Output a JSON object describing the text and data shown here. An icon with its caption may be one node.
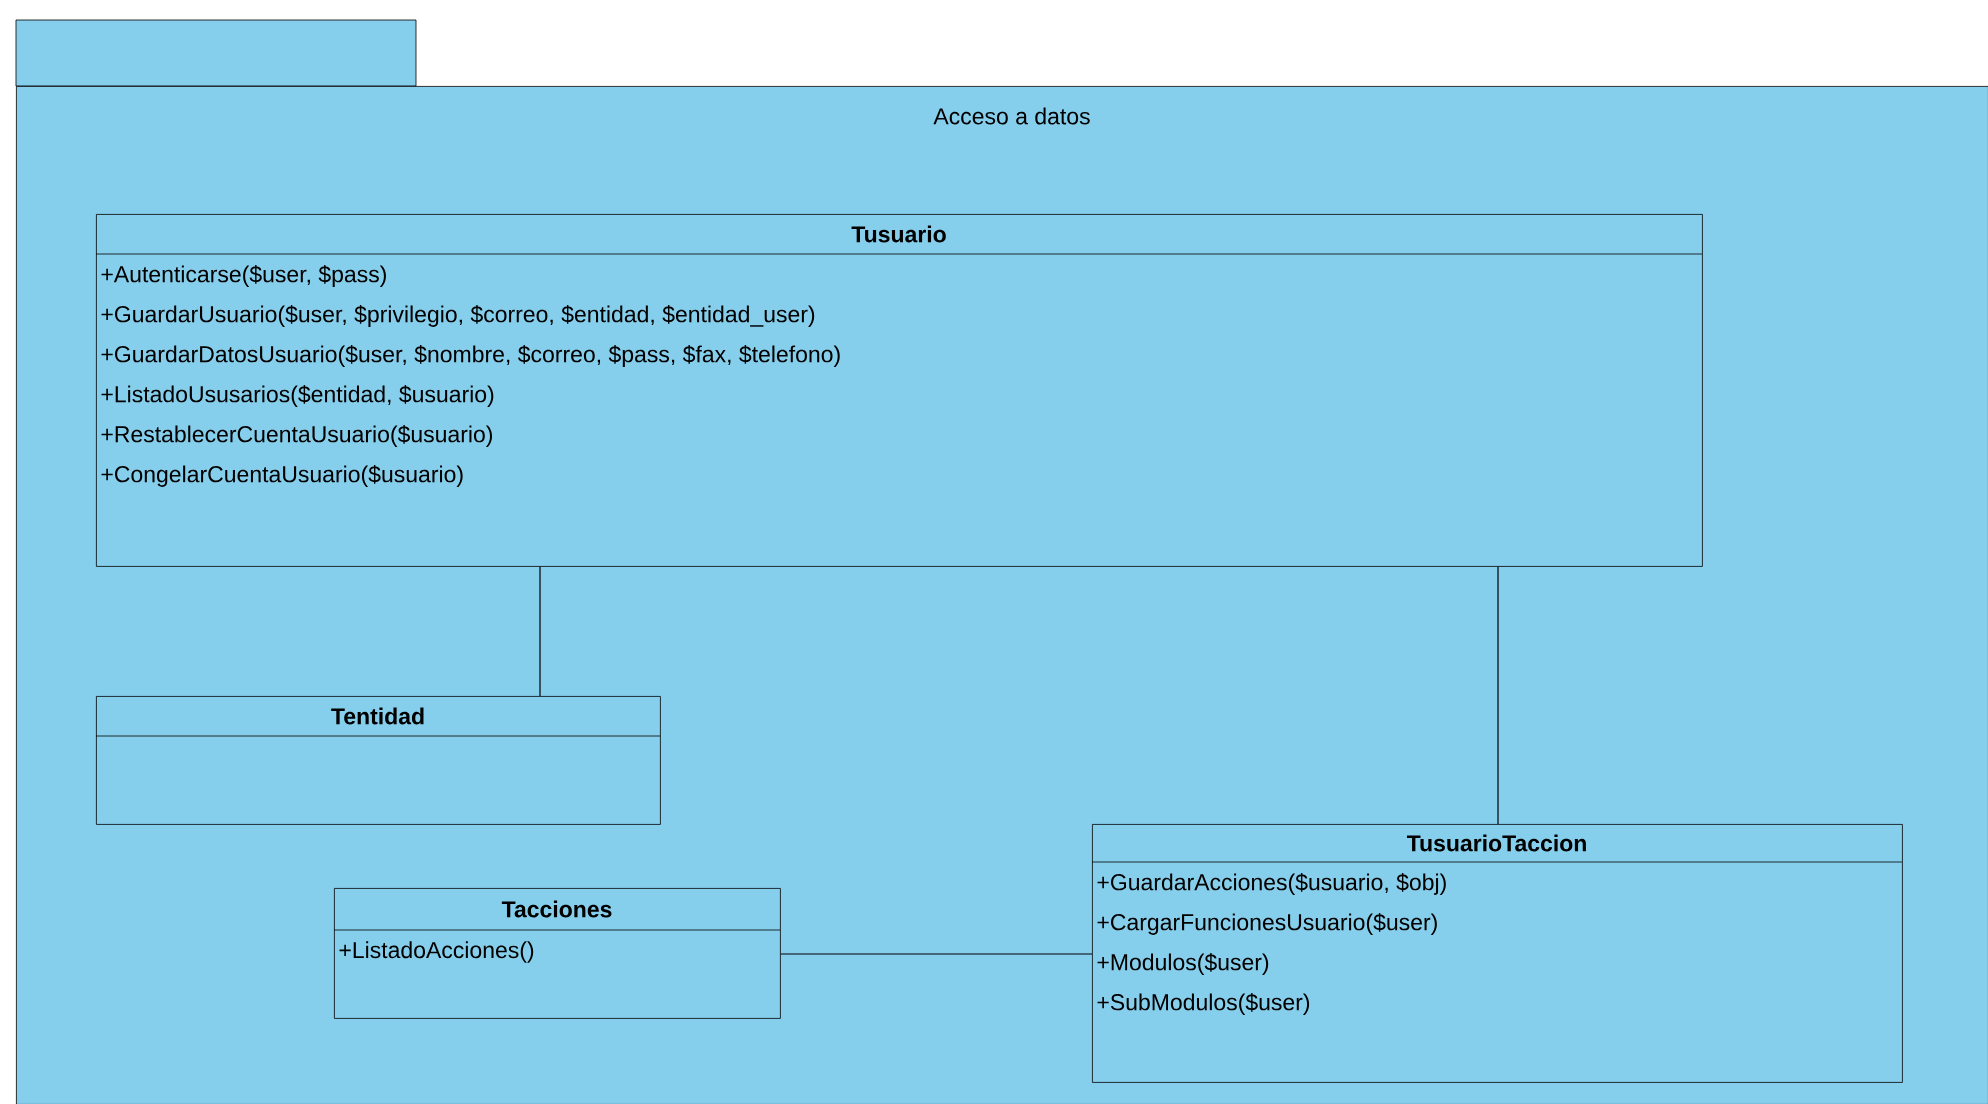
{
  "diagram": {
    "nodes": [
      {
        "text": [
          "Acceso a datos"
        ]
      },
      {
        "text": [
          "Tusuario",
          "+Autenticarse($user, $pass)",
          "+GuardarUsuario($user, $privilegio, $correo, $entidad, $entidad_user)",
          "+GuardarDatosUsuario($user, $nombre, $correo, $pass, $fax, $telefono)",
          "+ListadoUsusarios($entidad, $usuario)",
          "+RestablecerCuentaUsuario($usuario)",
          "+CongelarCuentaUsuario($usuario)"
        ],
        "in": 0
      },
      {
        "text": [
          "Tentidad"
        ],
        "in": 0
      },
      {
        "text": [
          "TusuarioTaccion",
          "+GuardarAcciones($usuario, $obj)",
          "+CargarFuncionesUsuario($user)",
          "+Modulos($user)",
          "+SubModulos($user)"
        ],
        "in": 0
      },
      {
        "text": [
          "Tacciones",
          "+ListadoAcciones()"
        ],
        "in": 0
      }
    ],
    "edges": [
      {
        "from": 1,
        "to": 2,
        "arrow": "none"
      },
      {
        "from": 1,
        "to": 3,
        "arrow": "none"
      },
      {
        "from": 4,
        "to": 3,
        "arrow": "none"
      }
    ]
  }
}
